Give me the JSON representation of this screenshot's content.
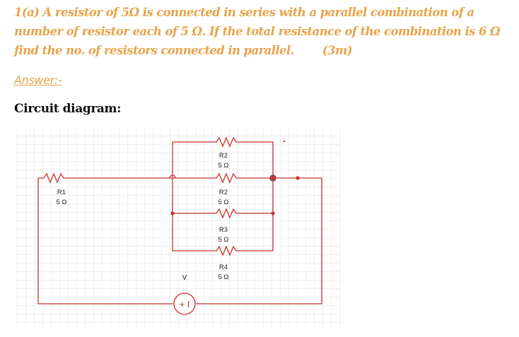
{
  "question": {
    "line1": "1(a) A resistor of 5Ω is connected in series with a parallel combination of a",
    "line2": "number of resistor each of 5 Ω. If the total resistance of the combination is 6 Ω",
    "line3": "find the no. of resistors connected in parallel.",
    "marks": "(3m)"
  },
  "answer_label": "Answer:-",
  "circuit_heading": "Circuit diagram:",
  "circuit": {
    "resistors": [
      {
        "name": "R1",
        "value": "5 Ω"
      },
      {
        "name": "R2",
        "value": "5 Ω"
      },
      {
        "name": "R2",
        "value": "5 Ω"
      },
      {
        "name": "R3",
        "value": "5 Ω"
      },
      {
        "name": "R4",
        "value": "5 Ω"
      }
    ],
    "source_label": "V",
    "source_symbol": "+ I"
  },
  "colors": {
    "question_text": "#e8a44c",
    "wire": "#c8322e",
    "grid": "#dddddd"
  }
}
